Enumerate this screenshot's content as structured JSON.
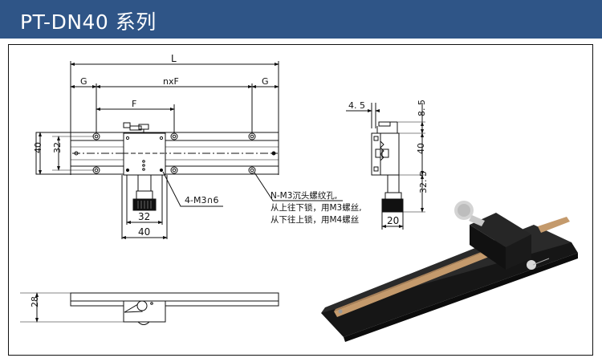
{
  "header": {
    "title": "PT-DN40 系列",
    "background_color": "#2f5587"
  },
  "top_view": {
    "dims": {
      "L": "L",
      "G_left": "G",
      "nxF": "nxF",
      "G_right": "G",
      "F": "F",
      "height_40": "40",
      "height_32": "32",
      "carriage_32": "32",
      "carriage_40": "40"
    },
    "callout_carriage_holes": "4-M3∩6",
    "callout_base_holes": {
      "line1": "N-M3沉头螺纹孔,",
      "line2": "从上往下锁，用M3螺丝,",
      "line3": "从下往上锁，用M4螺丝"
    }
  },
  "side_view": {
    "dims": {
      "offset_4_5": "4. 5",
      "top_8_5": "8. 5",
      "body_40": "40",
      "knob_32_5": "32. 5",
      "knob_20": "20"
    }
  },
  "front_view": {
    "dims": {
      "height_28": "28"
    }
  },
  "photo": {
    "description": "product-photo-linear-stage",
    "body_color": "#1b1b1b",
    "rack_color": "#c49a6c",
    "knob_color": "#cfcfcf"
  }
}
